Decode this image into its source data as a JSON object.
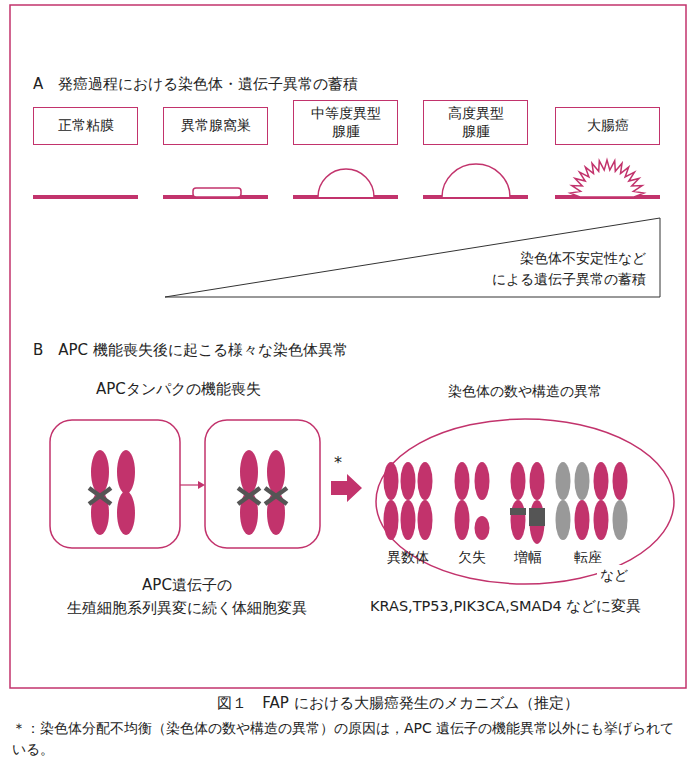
{
  "diagram": {
    "caption": "図１　FAP における大腸癌発生のメカニズム（推定）",
    "nodes": [
      {
        "text": [
          "正常粘膜"
        ]
      },
      {
        "text": [
          "異常腺窩巣"
        ]
      },
      {
        "text": [
          "中等度異型 腺腫"
        ]
      },
      {
        "text": [
          "高度異型 腺腫"
        ]
      },
      {
        "text": [
          "大腸癌"
        ]
      },
      {
        "text": [
          "染色体不安定性など による遺伝子異常の蓄積"
        ]
      },
      {
        "text": [
          "染色体の数や構造の異常",
          "異数体",
          "欠失",
          "増幅",
          "転座",
          "など"
        ]
      }
    ],
    "labels": [
      "A　発癌過程における染色体・遺伝子異常の蓄積",
      "B　APC 機能喪失後に起こる様々な染色体異常",
      "APCタンパクの機能喪失",
      "*",
      "APC遺伝子の 生殖細胞系列異変に続く体細胞変異",
      "KRAS,TP53,PIK3CA,SMAD4 などに変異",
      "＊：染色体分配不均衡（染色体の数や構造の異常）の原因は，APC 遺伝子の機能異常以外にも挙げられている。"
    ]
  }
}
